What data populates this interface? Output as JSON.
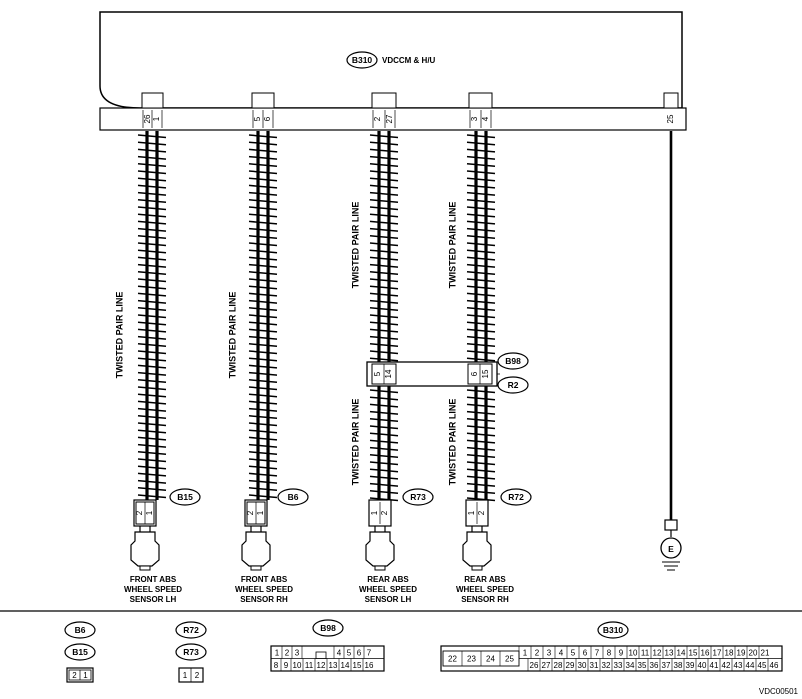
{
  "module": {
    "connector_code": "B310",
    "label": "VDCCM & H/U",
    "pins": [
      "26",
      "1",
      "5",
      "6",
      "2",
      "27",
      "3",
      "4",
      "25"
    ]
  },
  "twisted_pair_label": "TWISTED PAIR LINE",
  "intermediate_connector": {
    "upper_code": "B98",
    "lower_code": "R2",
    "pins": [
      "5",
      "14",
      "6",
      "15"
    ]
  },
  "sensors": [
    {
      "connector_code": "B15",
      "pins": [
        "2",
        "1"
      ],
      "caption": [
        "FRONT ABS",
        "WHEEL SPEED",
        "SENSOR LH"
      ]
    },
    {
      "connector_code": "B6",
      "pins": [
        "2",
        "1"
      ],
      "caption": [
        "FRONT ABS",
        "WHEEL SPEED",
        "SENSOR RH"
      ]
    },
    {
      "connector_code": "R73",
      "pins": [
        "1",
        "2"
      ],
      "caption": [
        "REAR ABS",
        "WHEEL SPEED",
        "SENSOR LH"
      ]
    },
    {
      "connector_code": "R72",
      "pins": [
        "1",
        "2"
      ],
      "caption": [
        "REAR ABS",
        "WHEEL SPEED",
        "SENSOR RH"
      ]
    }
  ],
  "ground_symbol": "E",
  "legend": {
    "b6_b15": {
      "codes": [
        "B6",
        "B15"
      ],
      "pins": [
        "2",
        "1"
      ]
    },
    "r72_r73": {
      "codes": [
        "R72",
        "R73"
      ],
      "pins": [
        "1",
        "2"
      ]
    },
    "b98": {
      "code": "B98",
      "row1": [
        "1",
        "2",
        "3",
        "",
        "4",
        "5",
        "6",
        "7"
      ],
      "row2": [
        "8",
        "9",
        "10",
        "11",
        "12",
        "13",
        "14",
        "15",
        "16"
      ]
    },
    "b310": {
      "code": "B310",
      "left": [
        "22",
        "23",
        "24",
        "25"
      ],
      "row1": [
        "1",
        "2",
        "3",
        "4",
        "5",
        "6",
        "7",
        "8",
        "9",
        "10",
        "11",
        "12",
        "13",
        "14",
        "15",
        "16",
        "17",
        "18",
        "19",
        "20",
        "21"
      ],
      "row2": [
        "26",
        "27",
        "28",
        "29",
        "30",
        "31",
        "32",
        "33",
        "34",
        "35",
        "36",
        "37",
        "38",
        "39",
        "40",
        "41",
        "42",
        "43",
        "44",
        "45",
        "46"
      ]
    }
  },
  "figure_code": "VDC00501"
}
